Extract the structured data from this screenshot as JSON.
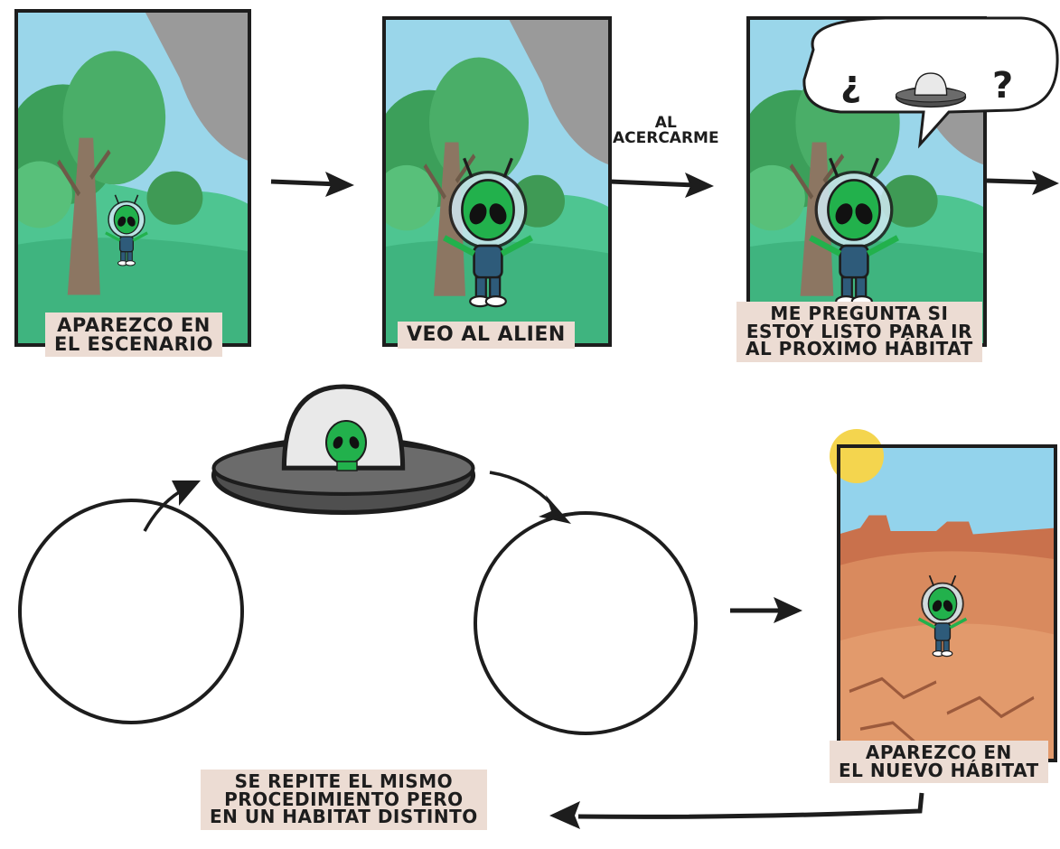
{
  "steps": {
    "step1": {
      "line1": "APAREZCO EN",
      "line2": "EL ESCENARIO"
    },
    "step2": {
      "line1": "VEO AL ALIEN"
    },
    "step3": {
      "line1": "ME PREGUNTA SI",
      "line2": "ESTOY LISTO PARA IR",
      "line3": "AL PROXIMO HÁBITAT"
    },
    "step4": {
      "line1": "APAREZCO EN",
      "line2": "EL NUEVO HÁBITAT"
    },
    "step5": {
      "line1": "SE REPITE EL MISMO",
      "line2": "PROCEDIMIENTO PERO",
      "line3": "EN UN HABITAT DISTINTO"
    }
  },
  "arrow_note": {
    "line1": "AL",
    "line2": "ACERCARME"
  },
  "speech_bubble": {
    "open_mark": "¿",
    "close_mark": "?",
    "icon": "ufo-icon"
  },
  "icons": [
    "alien-icon",
    "ufo-icon",
    "tree-icon",
    "bush-icon",
    "sun-icon",
    "arrow-icon"
  ],
  "colors": {
    "label_bg": "#ecdcd3",
    "grass": "#4ec591",
    "sky": "#8fd0e8",
    "tree": "#8c7662",
    "alien": "#22b14c",
    "suit": "#2e5b7a",
    "desert": "#d98a5e",
    "ufo": "#5b5b5b",
    "ink": "#1d1d1d"
  }
}
